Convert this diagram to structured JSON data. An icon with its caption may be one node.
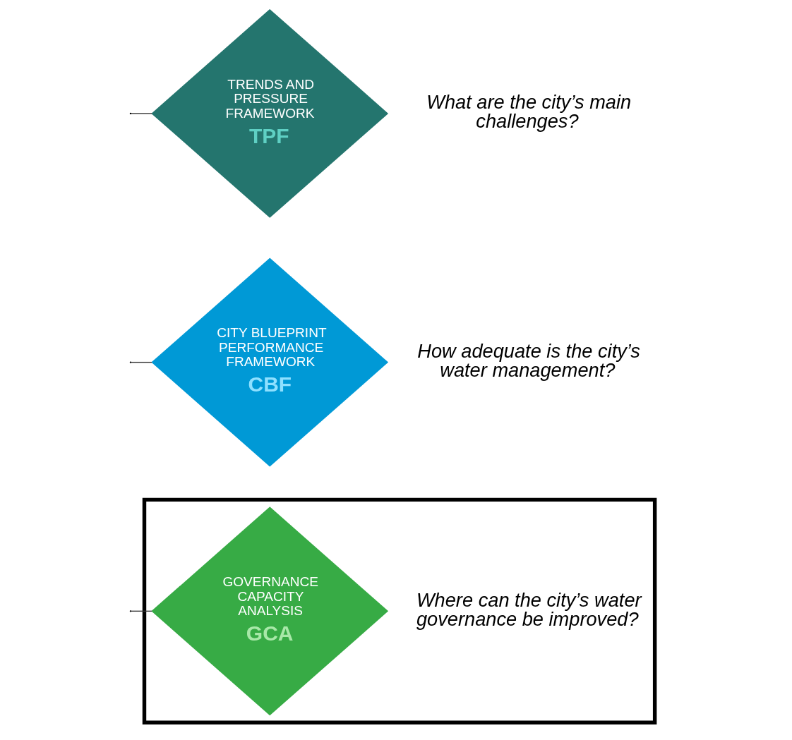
{
  "diagram": {
    "nodes": [
      {
        "text": [
          "TRENDS AND PRESSURE FRAMEWORK",
          "TPF"
        ],
        "beside": [
          "What are the city’s main challenges?"
        ]
      },
      {
        "text": [
          "CITY BLUEPRINT PERFORMANCE FRAMEWORK",
          "CBF"
        ],
        "beside": [
          "How adequate is the city’s water management?"
        ]
      },
      {
        "text": [],
        "shape": "box"
      },
      {
        "text": [
          "GOVERNANCE CAPACITY ANALYSIS",
          "GCA"
        ],
        "in": 2,
        "beside": [
          "Where can the city’s water governance be improved?"
        ]
      }
    ],
    "edges": [
      {
        "from": null,
        "to": 0,
        "arrow": "none"
      },
      {
        "from": null,
        "to": 1,
        "arrow": "none"
      },
      {
        "from": null,
        "to": 3,
        "arrow": "none"
      }
    ]
  }
}
